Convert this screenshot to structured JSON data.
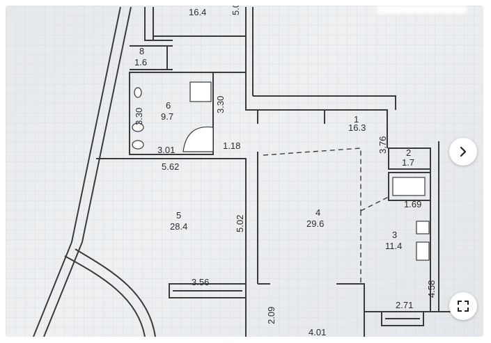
{
  "plan": {
    "rooms": [
      {
        "number": "1",
        "area": "16.3"
      },
      {
        "number": "2",
        "area": "1.7"
      },
      {
        "number": "3",
        "area": "11.4"
      },
      {
        "number": "4",
        "area": "29.6"
      },
      {
        "number": "5",
        "area": "28.4"
      },
      {
        "number": "6",
        "area": "9.7"
      },
      {
        "number": "8",
        "area": "1.6"
      }
    ],
    "top_room_area": "16.4",
    "dimensions": [
      "5.0",
      "3.30",
      "3.30",
      "3.01",
      "1.18",
      "3.76",
      "5.62",
      "1.69",
      "5.02",
      "3.56",
      "2.71",
      "4.58",
      "2.09",
      "4.01"
    ]
  },
  "controls": {
    "next_icon": "chevron-right-icon",
    "fullscreen_icon": "fullscreen-icon"
  },
  "colors": {
    "wall": "#3a3a3a",
    "paper": "#e9ecef",
    "grid": "#d7dbe0",
    "button_bg": "#ffffff"
  }
}
